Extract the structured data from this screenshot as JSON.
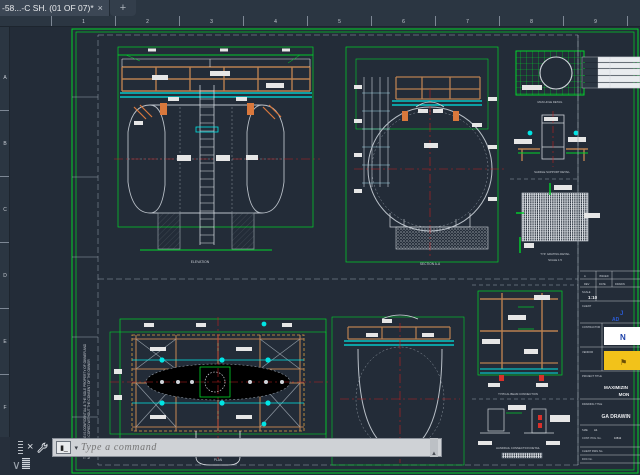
{
  "app": {
    "name": "cad-editor",
    "background_color": "#232c38"
  },
  "tabbar": {
    "tabs": [
      {
        "label": "-58...-C SH. (01 OF 07)*",
        "close_icon": "×",
        "active": true
      }
    ],
    "add_tab_icon": "+"
  },
  "rulers": {
    "horizontal_ticks": [
      "1",
      "2",
      "3",
      "4",
      "5",
      "6",
      "7",
      "8",
      "9"
    ],
    "vertical_ticks": [
      "A",
      "B",
      "C",
      "D",
      "E",
      "F"
    ]
  },
  "command_line": {
    "grip_icon": "grip-dots-icon",
    "close_icon": "×",
    "customize_icon": "wrench-icon",
    "prompt_icon": "command-prompt-icon",
    "dropdown_icon": "▾",
    "placeholder": "Type a command",
    "value": "",
    "scroll_icon": "▲"
  },
  "status_bar": {
    "chevron_icon": "∨",
    "document_icon": "document-icon"
  },
  "drawing": {
    "sheet_border_color": "#00ff00",
    "views": [
      {
        "name": "elevation-view",
        "label": "ELEVATION"
      },
      {
        "name": "section-view",
        "label": "SECTION A-A"
      },
      {
        "name": "plan-view",
        "label": "PLAN"
      },
      {
        "name": "end-view",
        "label": "END VIEW"
      },
      {
        "name": "grating-detail",
        "label": "TYP. GRATING DETAIL\nSCALE 1:5"
      },
      {
        "name": "manhole-detail",
        "label": "MAN HOLE DETAIL"
      },
      {
        "name": "saddle-detail",
        "label": "SADDLE SUPPORT DETAIL"
      },
      {
        "name": "framing-detail",
        "label": "TYPICAL BEAM CONNECTION"
      },
      {
        "name": "handrail-detail",
        "label": "HANDRAIL CONNECTION DETAIL"
      }
    ],
    "left_margin_note": "THIS DRAWING IS CONFIDENTIAL & THE SOLE PROPERTY OF OWNER AND MUST NOT BE COPIED WITHOUT THE CONSENT OF THE OWNER"
  },
  "title_block": {
    "revision_table": {
      "columns": [
        "A",
        "REVISION",
        "DATE"
      ],
      "rows": [
        [
          "A",
          "ISSUED FOR APPROVAL",
          ""
        ],
        [
          "REV",
          "DATE",
          "DRAWN"
        ]
      ]
    },
    "scale_label": "SCALE",
    "scale_value": "1:10",
    "client_label": "CLIENT",
    "client_name_line1": "J",
    "client_name_line2": "AD",
    "contractor_label": "CONTRACTOR",
    "contractor_mark": "N",
    "vendor_label": "VENDOR",
    "vendor_mark": "logo-icon",
    "project_title_label": "PROJECT TITLE",
    "project_title_line1": "MAXIMIZIN",
    "project_title_line2": "MON",
    "drawing_title_label": "DRAWING TITLE",
    "drawing_title": "GA DRAWIN",
    "size_label": "SIZE",
    "size_value": "A1",
    "contract_no_label": "CONT. PKG. No.",
    "contract_no_value": "10812",
    "client_dwg_no_label": "CLIENT DWG No.",
    "doc_no_label": "DOC No."
  },
  "colors": {
    "canvas_bg": "#232c38",
    "ui_chrome": "#2b3642",
    "green": "#00d62a",
    "cyan": "#00e5e5",
    "red": "#e02020",
    "white": "#e6e6e6",
    "tan": "#b98050",
    "blue_text": "#2a5bd7",
    "yellow_logo": "#f2c21a",
    "gray_line": "#9aa4ae"
  }
}
